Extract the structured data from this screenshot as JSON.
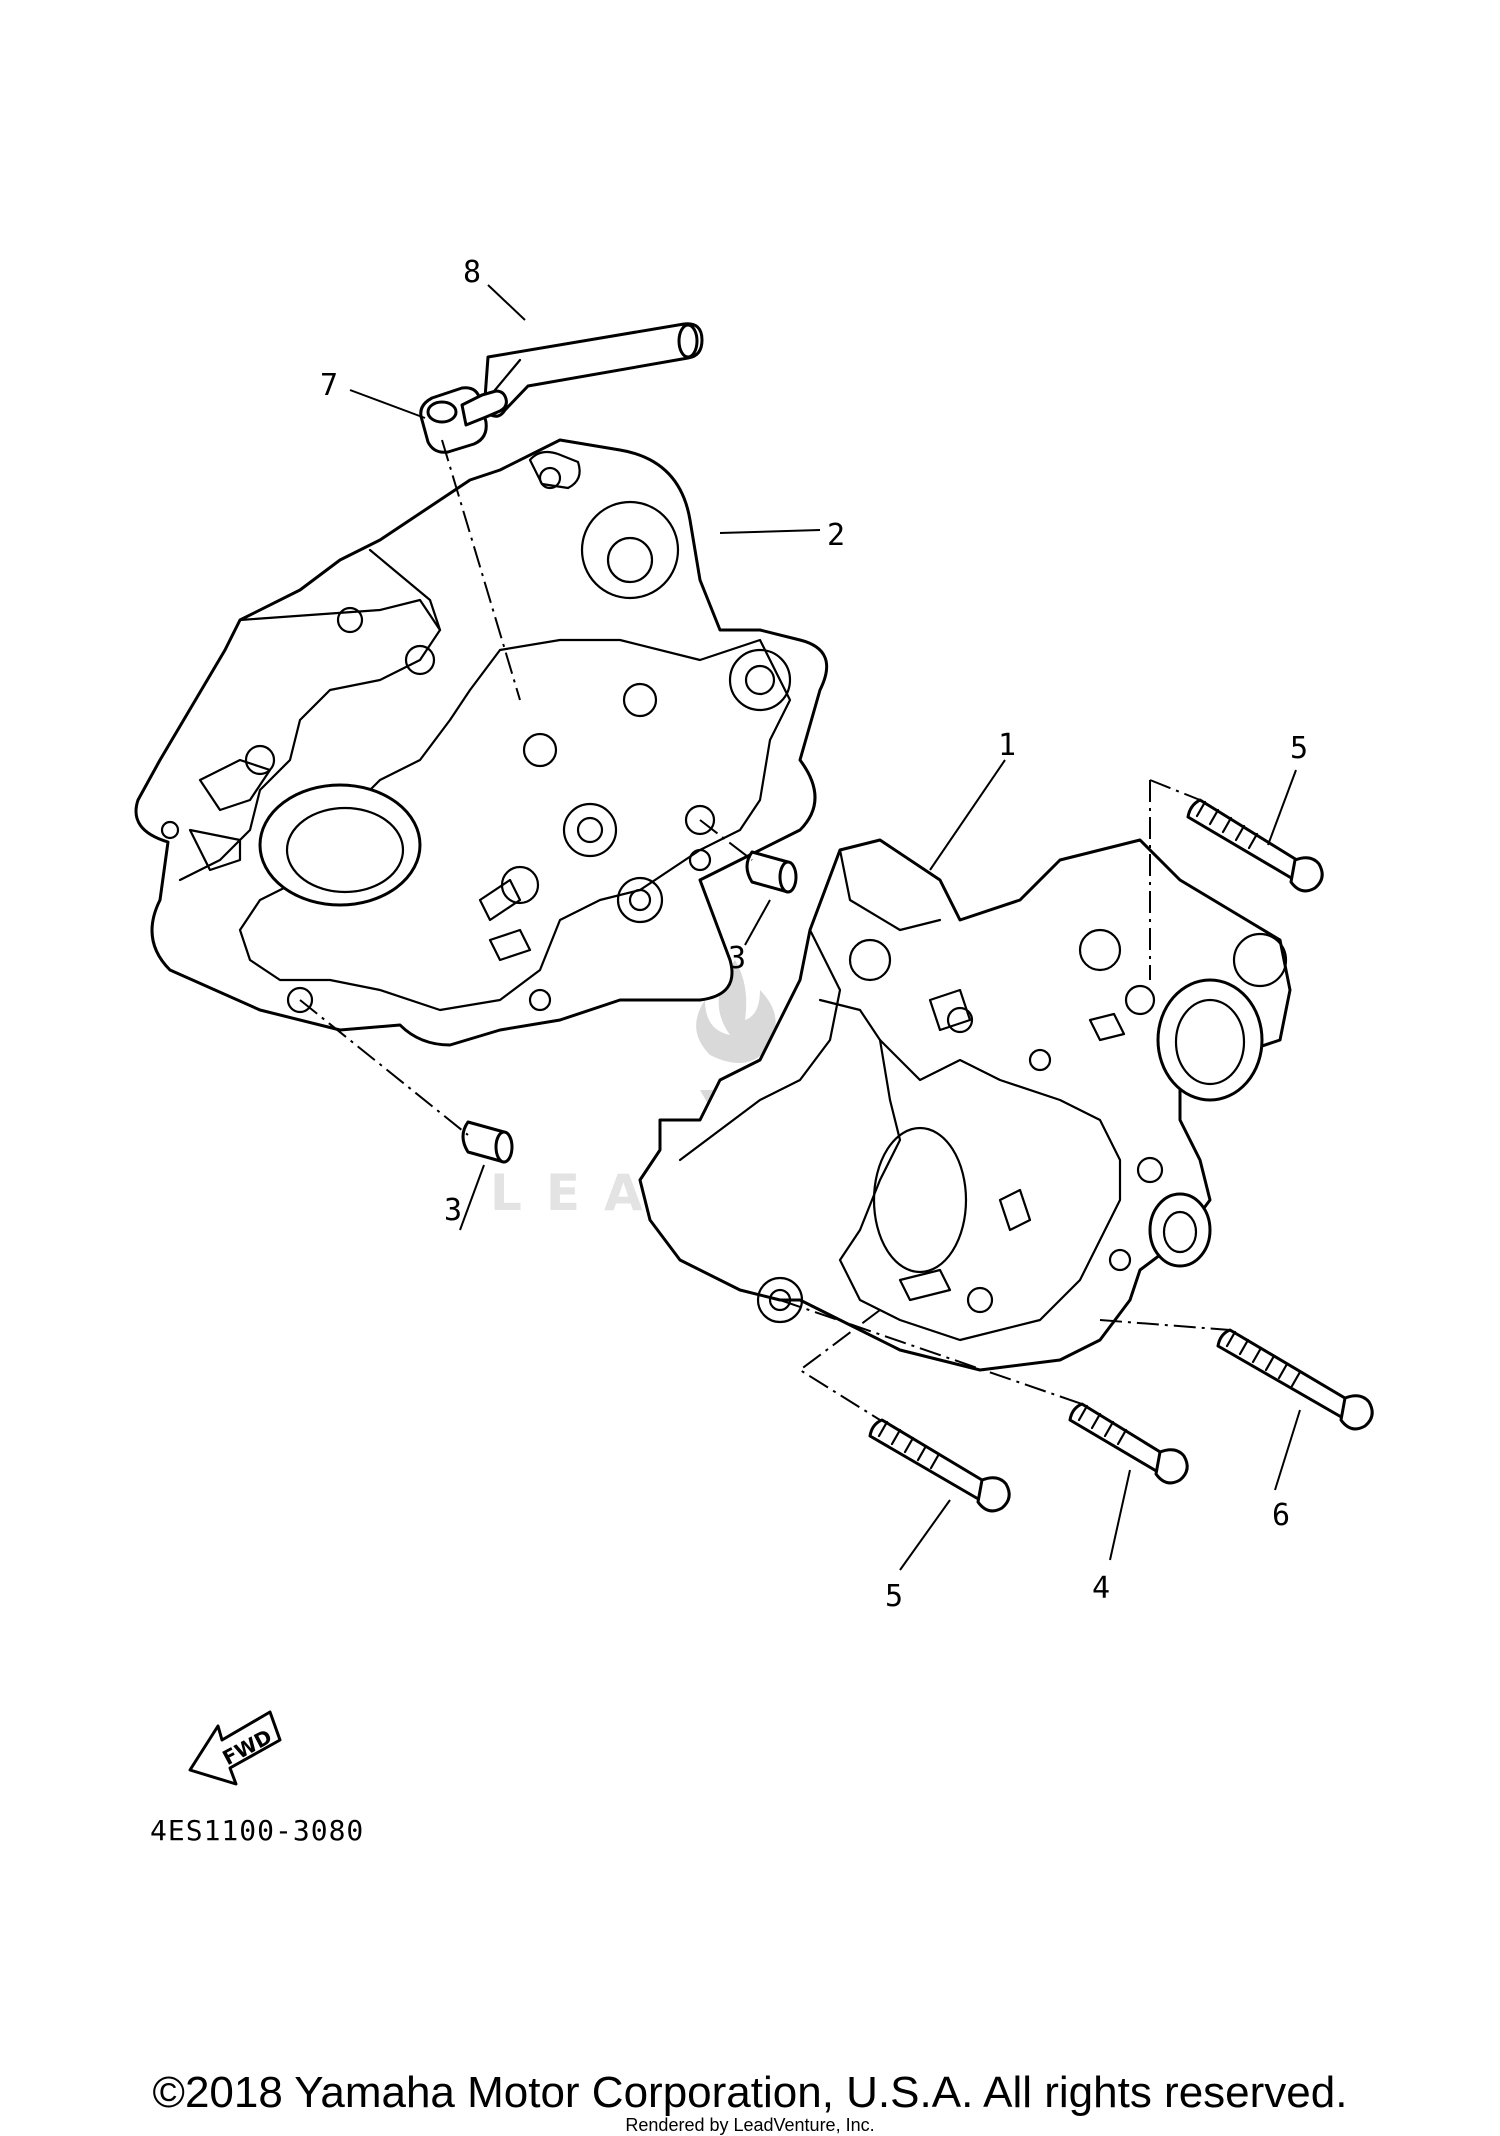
{
  "diagram": {
    "callouts": {
      "c1": "1",
      "c2": "2",
      "c3a": "3",
      "c3b": "3",
      "c4": "4",
      "c5a": "5",
      "c5b": "5",
      "c6": "6",
      "c7": "7",
      "c8": "8"
    },
    "fwd_label": "FWD",
    "diagram_code": "4ES1100-3080",
    "watermark_text": "LEADVENTURE"
  },
  "footer": {
    "copyright": "©2018 Yamaha Motor Corporation, U.S.A. All rights reserved.",
    "rendered_by": "Rendered by LeadVenture, Inc."
  }
}
